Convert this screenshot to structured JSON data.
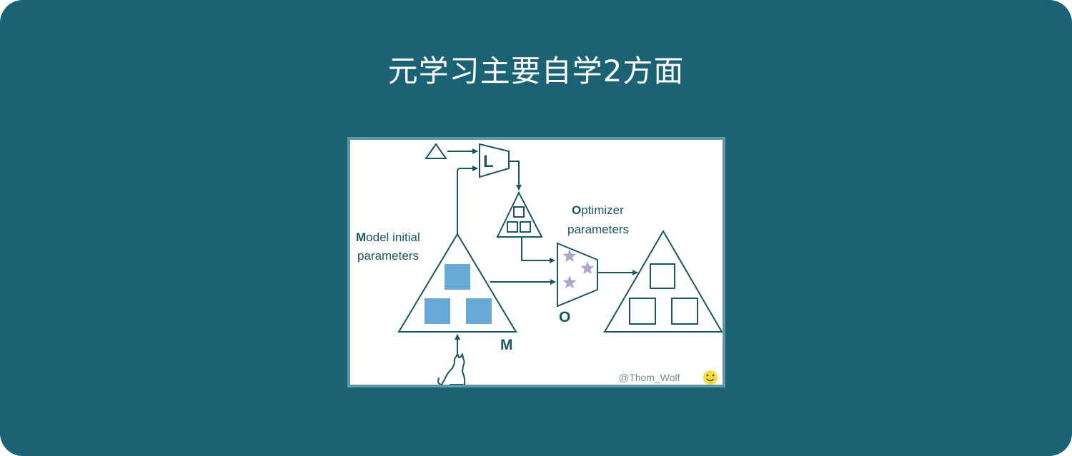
{
  "slide": {
    "title": "元学习主要自学2方面"
  },
  "diagram": {
    "loss_label": "L",
    "model_label_line1_initial": "M",
    "model_label_line1_rest": "odel initial",
    "model_label_line2": "parameters",
    "optimizer_label_line1_initial": "O",
    "optimizer_label_line1_rest": "ptimizer",
    "optimizer_label_line2": "parameters",
    "model_letter": "M",
    "optimizer_letter": "O",
    "watermark": "@Thom_Wolf",
    "colors": {
      "background": "#1c6275",
      "figure_border": "#5f97a7",
      "ink": "#1b5560",
      "param_square": "#6aa9d6",
      "star": "#b0a6cf",
      "emoji": "#f3db43"
    }
  }
}
